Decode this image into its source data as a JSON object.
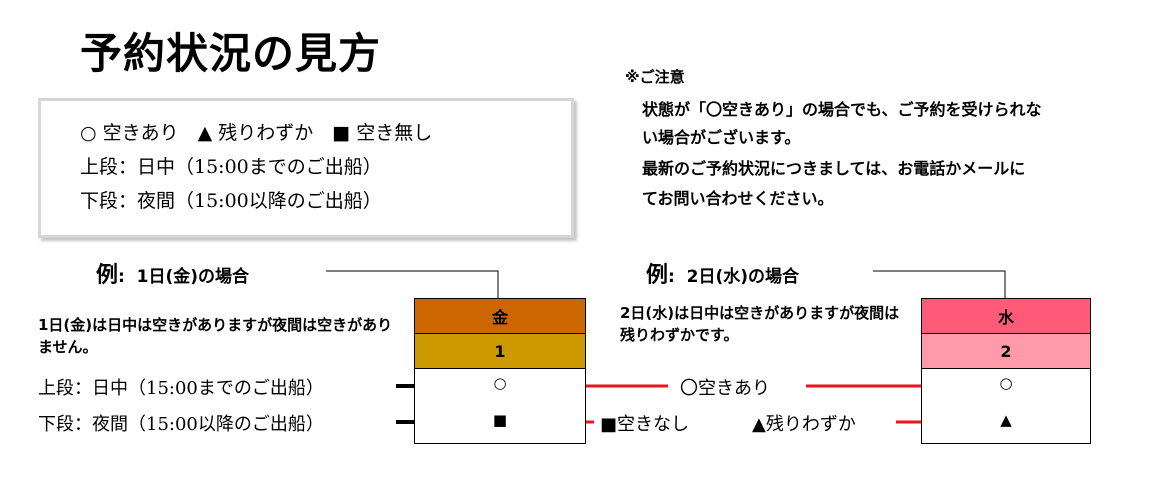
{
  "title": "予約状況の見方",
  "legend": {
    "line1": "○ 空きあり　▲ 残りわずか　■ 空き無し",
    "line2": "上段：日中（15:00までのご出船）",
    "line3": "下段：夜間（15:00以降のご出船）"
  },
  "notice": {
    "heading": "※ご注意",
    "line1": "状態が「〇空きあり」の場合でも、ご予約を受けられな",
    "line2": "い場合がございます。",
    "line3": "最新のご予約状況につきましては、お電話かメールに",
    "line4": "てお問い合わせください。"
  },
  "example1": {
    "rei": "例",
    "colon": ":",
    "heading": "1日(金)の場合",
    "description": "1日(金)は日中は空きがありますが夜間は空きがありません。",
    "weekday": "金",
    "date": "1",
    "upper_symbol": "○",
    "lower_symbol": "■",
    "upper_label": "上段：日中（15:00までのご出船）",
    "lower_label": "下段：夜間（15:00以降のご出船）",
    "weekday_color": "#cc6600",
    "date_color": "#cc9900"
  },
  "example2": {
    "rei": "例",
    "colon": ":",
    "heading": "2日(水)の場合",
    "description": "2日(水)は日中は空きがありますが夜間は残りわずかです。",
    "weekday": "水",
    "date": "2",
    "upper_symbol": "○",
    "lower_symbol": "▲",
    "weekday_color": "#ff5a78",
    "date_color": "#ff9aab"
  },
  "arrow_labels": {
    "available": "〇空きあり",
    "none": "■空きなし",
    "few": "▲残りわずか"
  },
  "colors": {
    "arrow_red": "#e8141e",
    "arrow_black": "#000000"
  }
}
